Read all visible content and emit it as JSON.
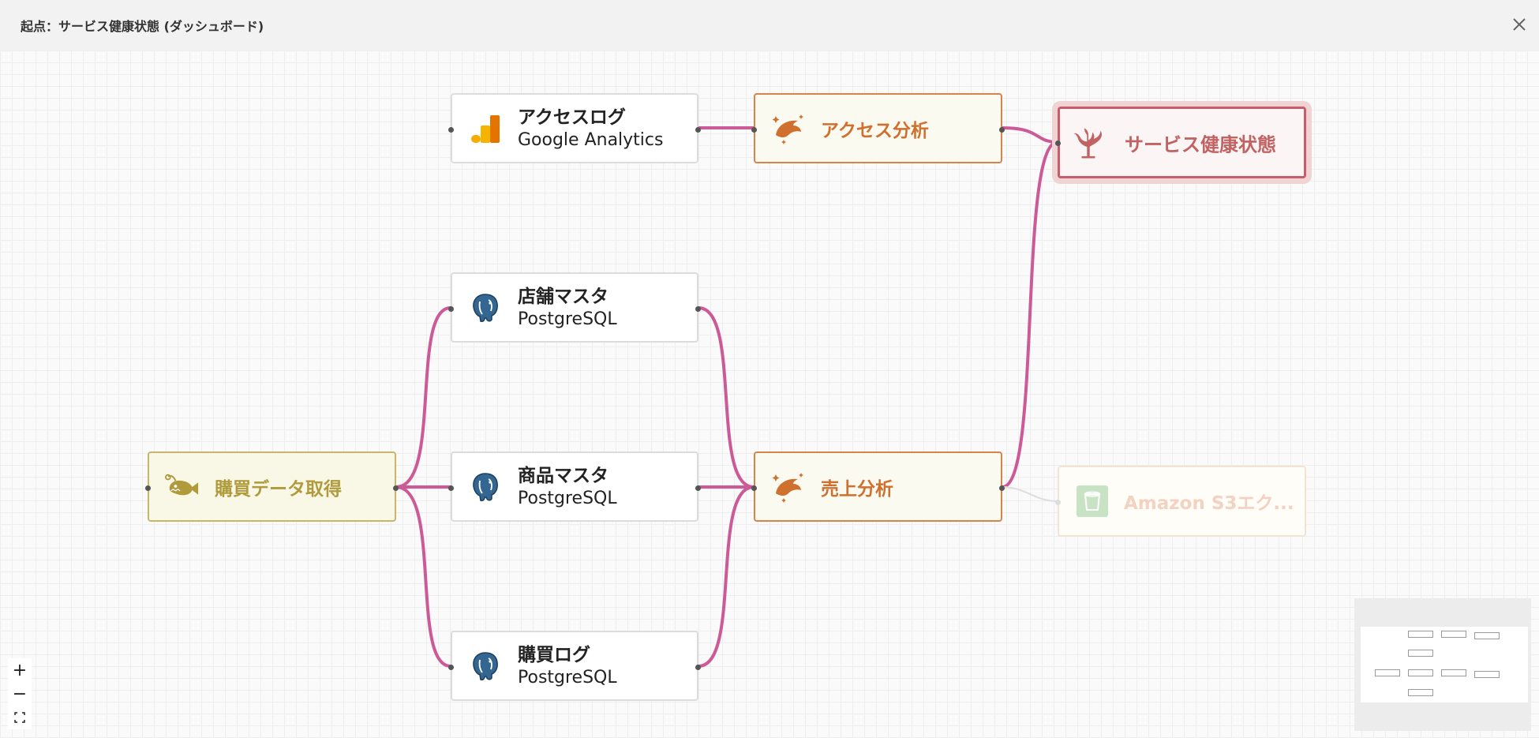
{
  "header": {
    "title": "起点：サービス健康状態 (ダッシュボード)"
  },
  "nodes": {
    "access_log": {
      "title": "アクセスログ",
      "subtitle": "Google Analytics"
    },
    "access_analysis": {
      "title": "アクセス分析"
    },
    "service_health": {
      "title": "サービス健康状態"
    },
    "store_master": {
      "title": "店舗マスタ",
      "subtitle": "PostgreSQL"
    },
    "product_master": {
      "title": "商品マスタ",
      "subtitle": "PostgreSQL"
    },
    "purchase_log": {
      "title": "購買ログ",
      "subtitle": "PostgreSQL"
    },
    "purchase_fetch": {
      "title": "購買データ取得"
    },
    "sales_analysis": {
      "title": "売上分析"
    },
    "s3_export": {
      "title": "Amazon S3エク..."
    }
  },
  "controls": {
    "zoom_in": "+",
    "zoom_out": "−"
  },
  "colors": {
    "edge_active": "#cc5a96",
    "edge_faded": "#dddddd",
    "analysis_accent": "#d0702e",
    "fetch_accent": "#b09a3c",
    "target_accent": "#c16263",
    "postgres_blue": "#336791",
    "analytics_orange": "#f4b400"
  }
}
